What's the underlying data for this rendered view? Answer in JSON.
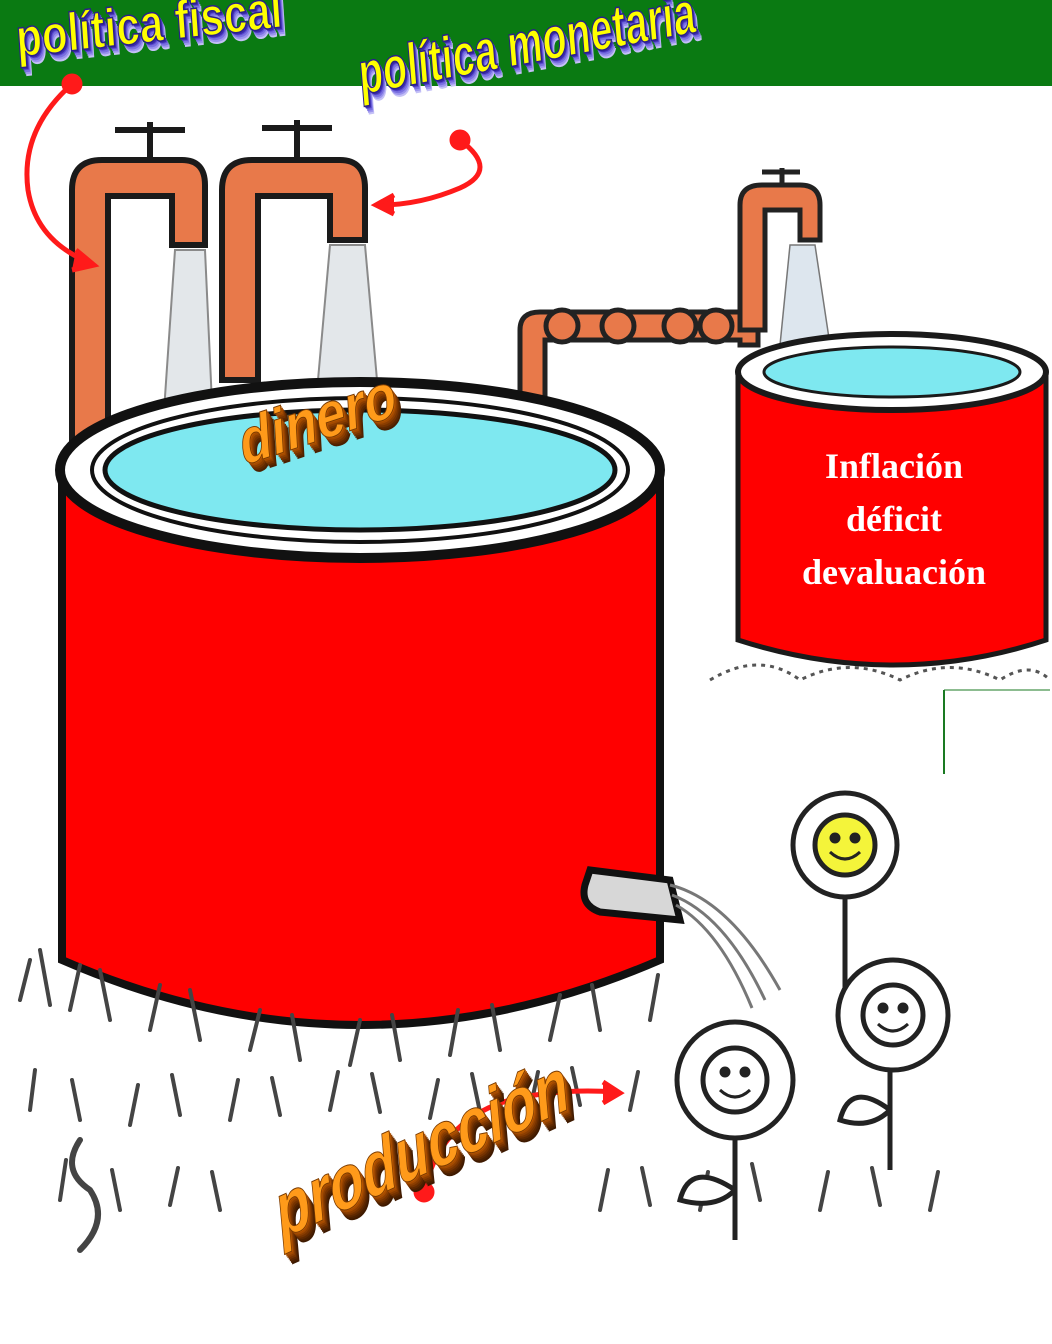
{
  "labels": {
    "fiscal": "política fiscal",
    "monetaria": "política monetaria",
    "dinero": "dinero",
    "produccion": "producción"
  },
  "small_tank_lines": [
    "Inflación",
    "déficit",
    "devaluación"
  ],
  "colors": {
    "banner": "#0a7a12",
    "tank_red": "#ff0000",
    "water": "#7ee8f0",
    "pipe_orange": "#e8794a",
    "arrow_red": "#ff1a1a",
    "wordart_yellow": "#ffff00",
    "wordart_orange": "#ff9a1a"
  }
}
